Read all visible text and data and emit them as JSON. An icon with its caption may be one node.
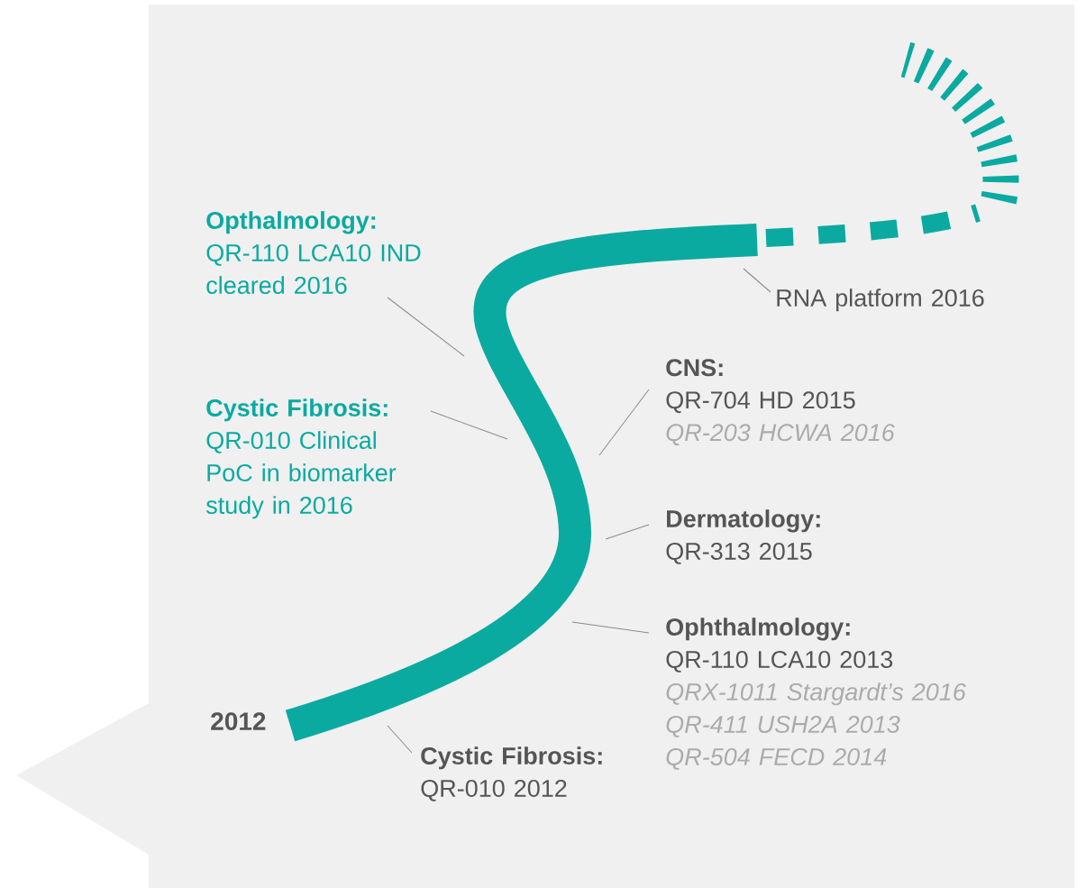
{
  "diagram": {
    "nodes": [
      {
        "text": [
          "Opthalmology:",
          "QR-110 LCA10 IND cleared 2016"
        ]
      },
      {
        "text": [
          "Cystic Fibrosis:",
          "QR-010 Clinical PoC in biomarker study in 2016"
        ]
      },
      {
        "text": [
          "RNA platform 2016"
        ]
      },
      {
        "text": [
          "CNS:",
          "QR-704 HD 2015",
          "QR-203 HCWA 2016"
        ]
      },
      {
        "text": [
          "Dermatology:",
          "QR-313 2015"
        ]
      },
      {
        "text": [
          "Ophthalmology:",
          "QR-110 LCA10 2013",
          "QRX-1011 Stargardt’s 2016",
          "QR-411 USH2A 2013",
          "QR-504 FECD 2014"
        ]
      },
      {
        "text": [
          "Cystic Fibrosis:",
          "QR-010 2012"
        ]
      }
    ],
    "edges": [
      {
        "from": 0,
        "to": null,
        "arrow": "none"
      },
      {
        "from": 1,
        "to": null,
        "arrow": "none"
      },
      {
        "from": 2,
        "to": null,
        "arrow": "none"
      },
      {
        "from": 3,
        "to": null,
        "arrow": "none"
      },
      {
        "from": 4,
        "to": null,
        "arrow": "none"
      },
      {
        "from": 5,
        "to": null,
        "arrow": "none"
      },
      {
        "from": 6,
        "to": null,
        "arrow": "none"
      }
    ],
    "labels": [
      "2012"
    ]
  }
}
